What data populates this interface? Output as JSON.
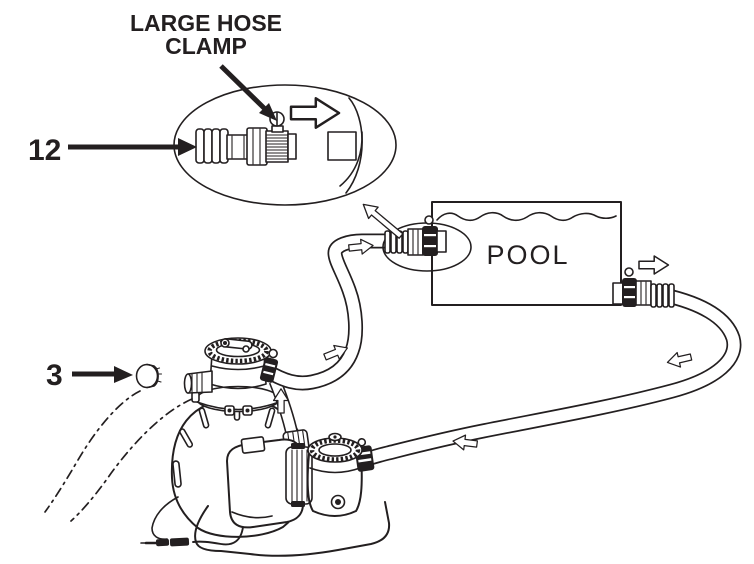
{
  "figure": {
    "type": "instruction-diagram",
    "background": "#ffffff",
    "line_color": "#231f20"
  },
  "labels": {
    "callout_line1": "LARGE HOSE",
    "callout_line2": "CLAMP",
    "part_12": "12",
    "part_3": "3",
    "pool": "POOL"
  },
  "icons": {
    "flow_arrow": "hollow-outline-arrow",
    "detail_link_arrow": "hollow-outline-long-arrow",
    "pointer_arrow": "solid-black-arrow"
  }
}
